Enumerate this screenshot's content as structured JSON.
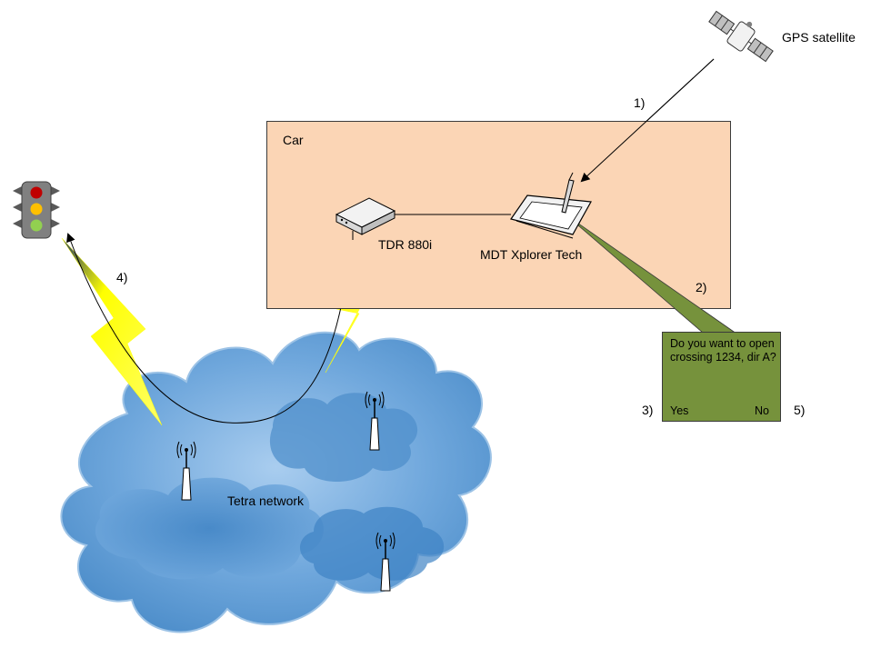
{
  "labels": {
    "gps_satellite": "GPS satellite",
    "car": "Car",
    "tdr": "TDR 880i",
    "mdt": "MDT Xplorer Tech",
    "tetra_network": "Tetra network",
    "step1": "1)",
    "step2": "2)",
    "step3": "3)",
    "step4": "4)",
    "step5": "5)"
  },
  "dialog": {
    "question": "Do you want to open crossing 1234, dir A?",
    "yes": "Yes",
    "no": "No"
  },
  "icons": [
    "satellite-icon",
    "traffic-light-icon",
    "radio-terminal-icon",
    "tablet-icon",
    "antenna-mast-icon"
  ],
  "colors": {
    "car_box": "#fbd5b5",
    "dialog": "#76923c",
    "cloud": "#5b9bd5",
    "lightning": "#ffff00"
  }
}
